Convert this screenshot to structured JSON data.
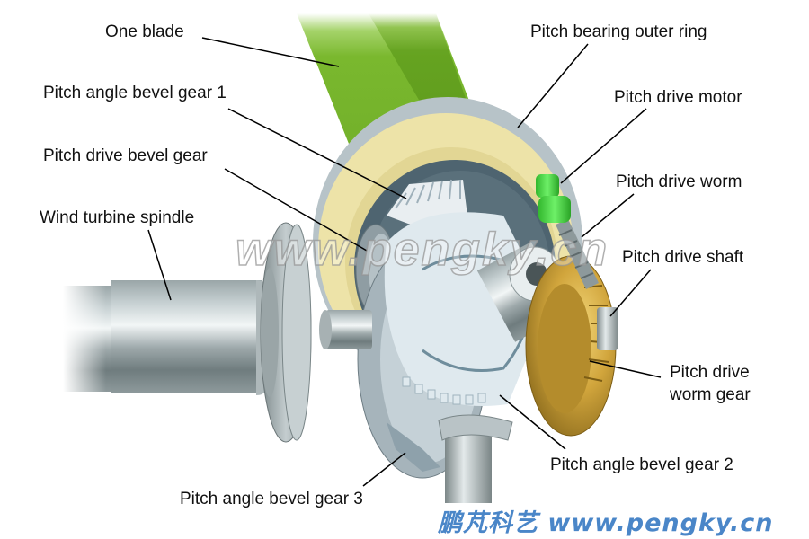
{
  "title": "Wind turbine pitch drive mechanism",
  "labels": {
    "one_blade": "One blade",
    "pitch_angle_bevel_gear_1": "Pitch angle bevel gear 1",
    "pitch_drive_bevel_gear": "Pitch drive bevel gear",
    "wind_turbine_spindle": "Wind turbine spindle",
    "pitch_bearing_outer_ring": "Pitch bearing outer ring",
    "pitch_drive_motor": "Pitch drive motor",
    "pitch_drive_worm": "Pitch drive worm",
    "pitch_drive_shaft": "Pitch drive shaft",
    "pitch_drive_worm_gear_line1": "Pitch drive",
    "pitch_drive_worm_gear_line2": "worm gear",
    "pitch_angle_bevel_gear_2": "Pitch angle bevel gear 2",
    "pitch_angle_bevel_gear_3": "Pitch angle bevel gear 3"
  },
  "watermarks": {
    "center": "www.pengky.cn",
    "bottom": "鹏芃科艺 www.pengky.cn"
  },
  "colors": {
    "blade": "#7ab82e",
    "bearing_ring": "#ede3a8",
    "bearing_outer": "#b7c3c8",
    "hub_face": "#4e6470",
    "gear_light": "#d5e2ea",
    "worm_gear": "#c9a23a",
    "motor": "#4cd447",
    "steel": "#a8b2b4",
    "watermark_blue": "#4a86c8"
  }
}
